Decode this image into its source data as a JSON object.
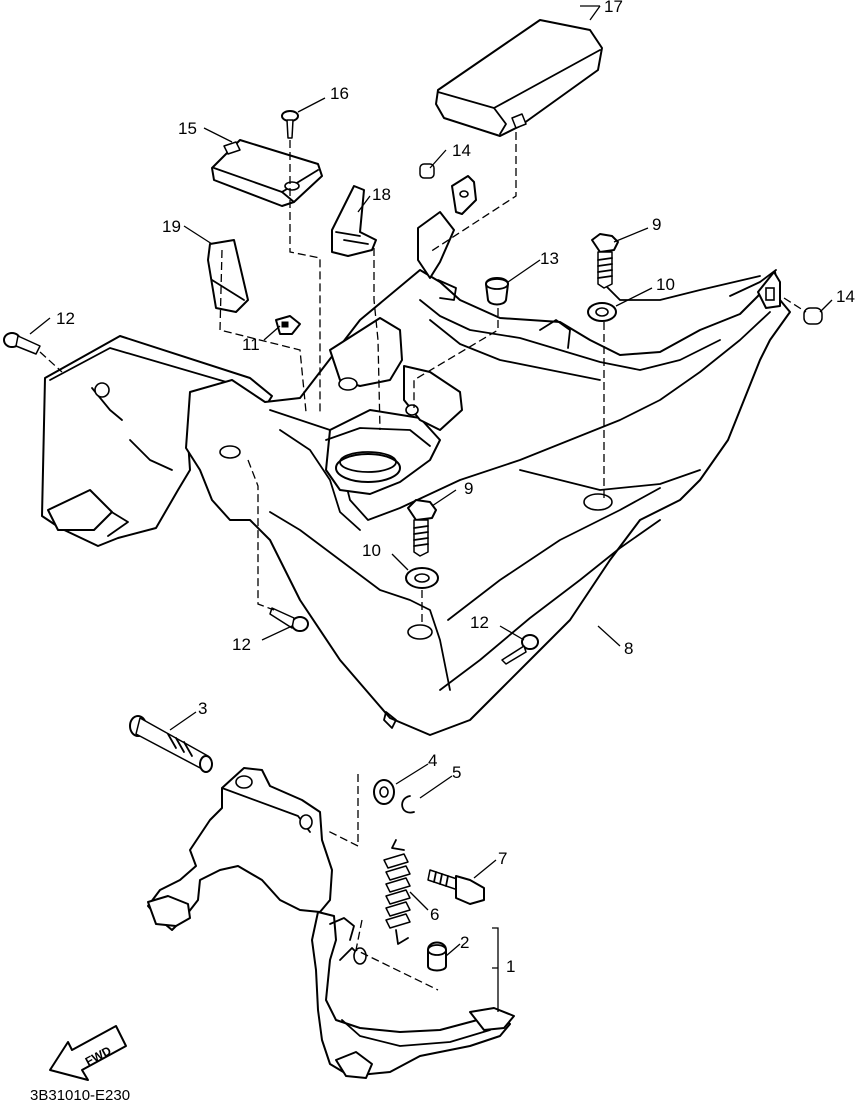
{
  "diagram": {
    "callouts": {
      "c1": "1",
      "c2": "2",
      "c3": "3",
      "c4": "4",
      "c5": "5",
      "c6": "6",
      "c7": "7",
      "c8": "8",
      "c9a": "9",
      "c9b": "9",
      "c10a": "10",
      "c10b": "10",
      "c11": "11",
      "c12a": "12",
      "c12b": "12",
      "c12c": "12",
      "c13": "13",
      "c14a": "14",
      "c14b": "14",
      "c15": "15",
      "c16": "16",
      "c17": "17",
      "c18": "18",
      "c19": "19"
    },
    "fwd_label": "FWD",
    "figure_code": "3B31010-E230"
  }
}
